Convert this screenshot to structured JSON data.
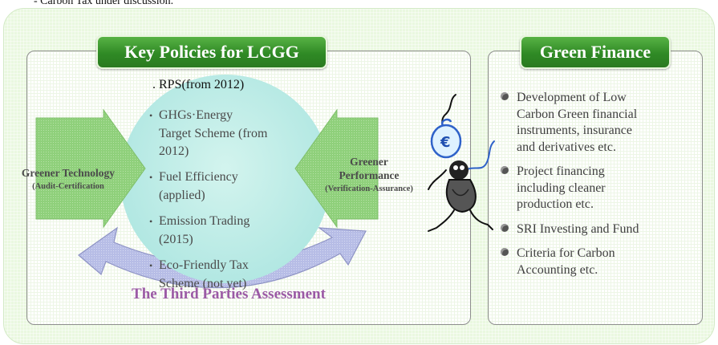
{
  "top_note": "- Carbon Tax under discussion.",
  "left_panel": {
    "title": "Key Policies for LCGG",
    "rps": ". RPS(from 2012)",
    "policies": [
      {
        "lines": [
          "GHGs·Energy",
          "Target Scheme (from",
          "2012)"
        ]
      },
      {
        "lines": [
          "Fuel Efficiency",
          "(applied)"
        ]
      },
      {
        "lines": [
          "Emission Trading",
          "(2015)"
        ]
      },
      {
        "lines": [
          "Eco-Friendly Tax",
          "Scheme (not yet)"
        ]
      }
    ],
    "bullet_char": "•",
    "greener_technology": {
      "line1": "Greener Technology",
      "line2": "(Audit-Certification"
    },
    "greener_performance": {
      "line1": "Greener",
      "line2": "Performance",
      "line3": "(Verification-Assurance)"
    },
    "assessment": "The Third Parties Assessment"
  },
  "right_panel": {
    "title": "Green Finance",
    "items": [
      {
        "lines": [
          "Development of Low",
          "Carbon Green financial",
          "instruments, insurance",
          "and derivatives etc."
        ]
      },
      {
        "lines": [
          "Project financing",
          "including cleaner",
          "production etc."
        ]
      },
      {
        "lines": [
          "SRI Investing and Fund"
        ]
      },
      {
        "lines": [
          "Criteria for Carbon",
          "Accounting etc."
        ]
      }
    ]
  },
  "mascot_icon": "money-carrying-figure-icon",
  "colors": {
    "title_green": "#2f8a25",
    "background_green": "#eaf8e0",
    "ellipse_cyan": "#aee6e1",
    "arrow_green": "#8ed07a",
    "curve_lavender": "#b8bde6",
    "assessment_purple": "#9b5aa5"
  }
}
